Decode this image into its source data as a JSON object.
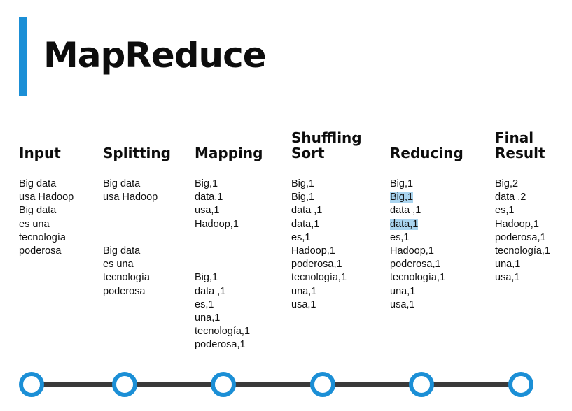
{
  "title": "MapReduce",
  "colors": {
    "accent": "#1b8fd6",
    "highlight": "#a9d4ef",
    "timeline_line": "#3a3a3a"
  },
  "columns": [
    {
      "key": "input",
      "header": [
        "Input"
      ],
      "lines": [
        "Big data",
        "usa Hadoop",
        "Big data",
        "es una",
        "tecnología",
        "poderosa"
      ]
    },
    {
      "key": "splitting",
      "header": [
        "Splitting"
      ],
      "lines": [
        "Big data",
        "usa Hadoop",
        "",
        "",
        "",
        "Big data",
        "es una",
        "tecnología",
        "poderosa"
      ]
    },
    {
      "key": "mapping",
      "header": [
        "Mapping"
      ],
      "lines": [
        "Big,1",
        "data,1",
        "usa,1",
        "Hadoop,1",
        "",
        "",
        "",
        "Big,1",
        "data ,1",
        "es,1",
        "una,1",
        "tecnología,1",
        "poderosa,1"
      ]
    },
    {
      "key": "shuffling",
      "header": [
        "Shuffling",
        "Sort"
      ],
      "lines": [
        "Big,1",
        "Big,1",
        "data ,1",
        "data,1",
        "es,1",
        "Hadoop,1",
        "poderosa,1",
        "tecnología,1",
        "una,1",
        "usa,1"
      ]
    },
    {
      "key": "reducing",
      "header": [
        "Reducing"
      ],
      "lines": [
        "Big,1",
        "Big,1",
        "data ,1",
        "data,1",
        "es,1",
        "Hadoop,1",
        "poderosa,1",
        "tecnología,1",
        "una,1",
        "usa,1"
      ],
      "highlighted": [
        1,
        3
      ]
    },
    {
      "key": "final",
      "header": [
        "Final",
        "Result"
      ],
      "lines": [
        "Big,2",
        "data ,2",
        "es,1",
        "Hadoop,1",
        "poderosa,1",
        "tecnología,1",
        "una,1",
        "usa,1"
      ]
    }
  ],
  "timeline": {
    "node_count": 6
  }
}
